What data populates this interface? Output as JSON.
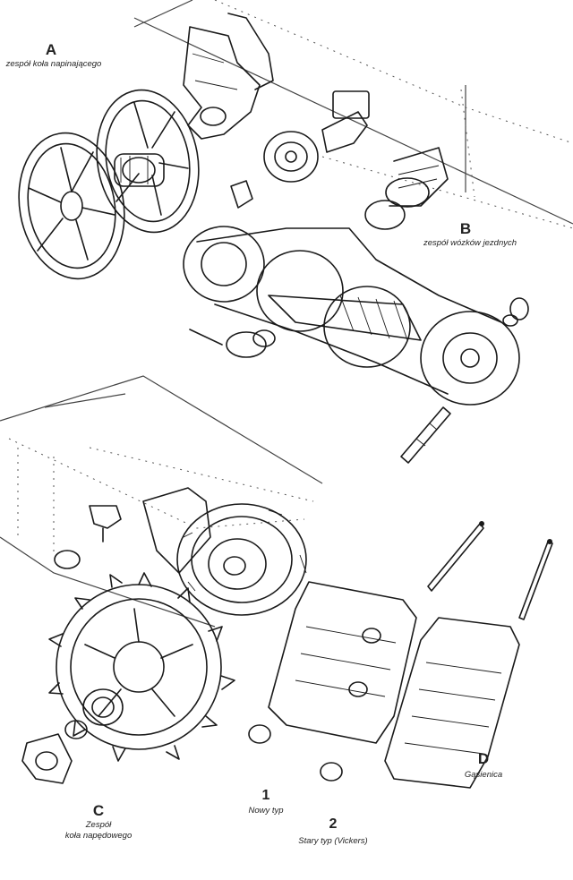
{
  "groups": {
    "A": {
      "letter": "A",
      "caption": "zespół koła napinającego"
    },
    "B": {
      "letter": "B",
      "caption": "zespół wózków jezdnych"
    },
    "C": {
      "letter": "C",
      "caption_line1": "Zespół",
      "caption_line2": "koła napędowego"
    },
    "D": {
      "letter": "D",
      "caption": "Gąsienica"
    }
  },
  "track_types": {
    "new": {
      "number": "1",
      "caption": "Nowy typ"
    },
    "old": {
      "number": "2",
      "caption": "Stary typ (Vickers)"
    }
  },
  "colors": {
    "ink": "#1a1a1a",
    "paper": "#ffffff"
  }
}
